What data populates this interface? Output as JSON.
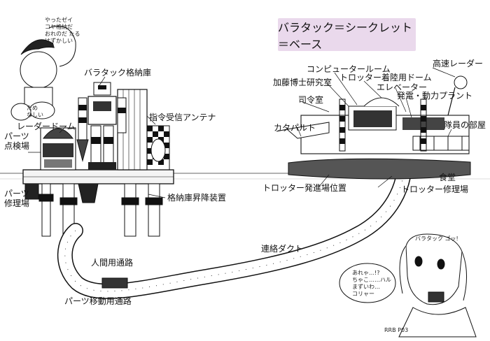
{
  "title": "バラタック＝シークレット＝ベース",
  "labels": {
    "baratack_hangar": "バラタック格納庫",
    "radar_dome": "レーダードーム",
    "parts_inspection": "パーツ\n点検場",
    "command_antenna": "指令受信アンテナ",
    "parts_repair": "パーツ\n修理場",
    "hangar_lift": "格納庫昇降装置",
    "human_passage": "人間用通路",
    "parts_passage": "パーツ移動用通路",
    "connecting_duct": "連絡ダクト",
    "computer_room": "コンピュータールーム",
    "kato_lab": "加藤博士研究室",
    "trotter_landing": "トロッター着陸用ドーム",
    "elevator": "エレベーター",
    "power_plant": "発電・動力プラント",
    "high_speed_radar": "高速レーダー",
    "command_room": "司令室",
    "catapult": "カタパルト",
    "crew_rooms": "隊員の部屋",
    "cafeteria": "食堂",
    "trotter_launch": "トロッター発進場位置",
    "trotter_repair": "トロッター修理場"
  },
  "handwriting": {
    "bubble_left_top": "やったゼイ\nコヤ格納だ\nおれのだ たる\nはずかしい",
    "bubble_left_mid": "ため\nなしい",
    "bubble_right_top": "バラタック ゴッ!",
    "bubble_right_mid": "あれゃ…!?\nちゃこ……ハル\nまずいわ…\nコリャー",
    "signature": "RRB P03"
  },
  "colors": {
    "title_bg": "#ead9ec",
    "ink": "#111111",
    "paper": "#ffffff"
  }
}
